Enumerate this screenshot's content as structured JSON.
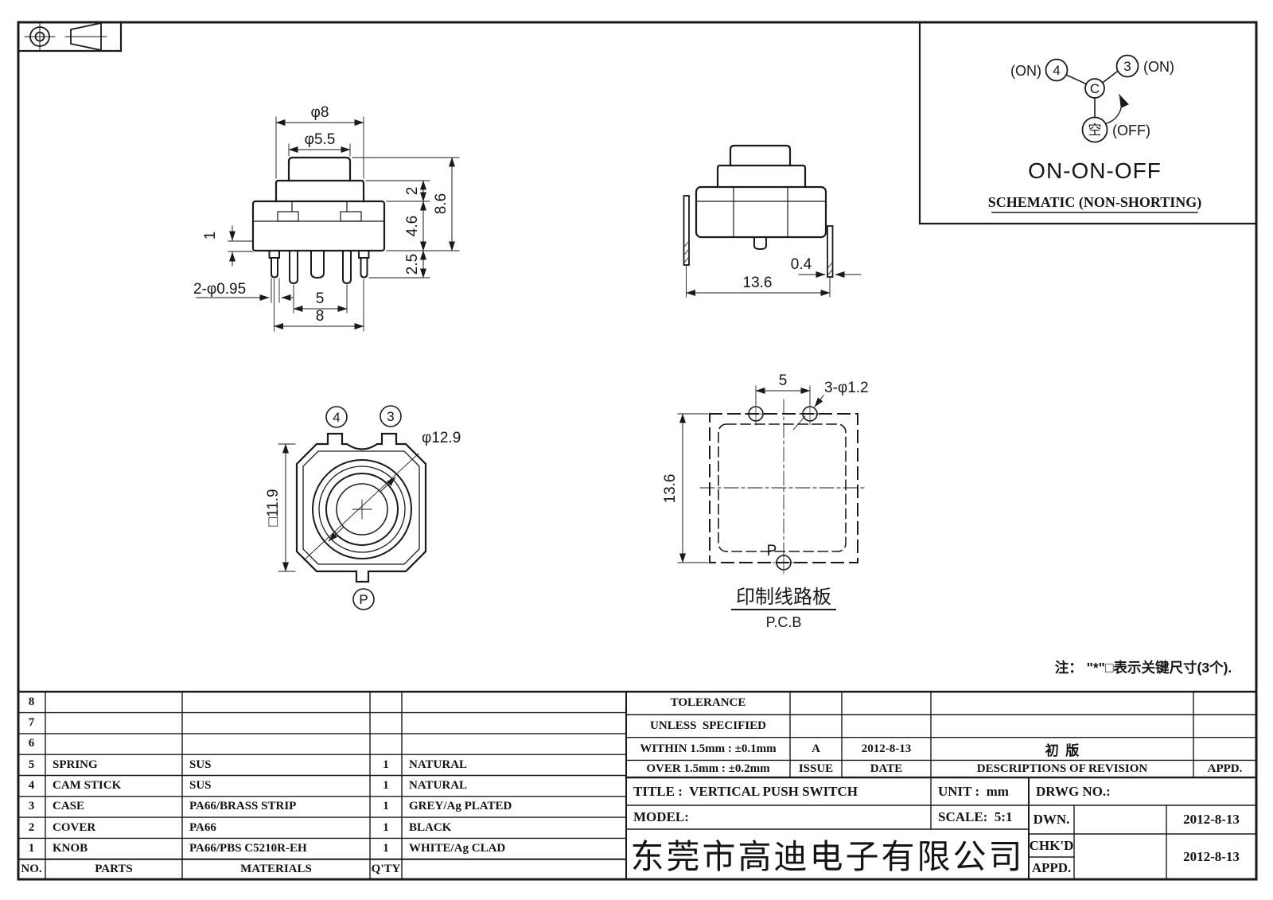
{
  "sheet": {
    "company": "东莞市高迪电子有限公司",
    "note": "注： \"*\"□表示关键尺寸(3个)."
  },
  "schematic": {
    "on_left": "(ON)",
    "pin4": "4",
    "pin3": "3",
    "on_right": "(ON)",
    "common": "C",
    "empty": "空",
    "off": "(OFF)",
    "mode": "ON-ON-OFF",
    "caption": "SCHEMATIC (NON-SHORTING)"
  },
  "views": {
    "front": {
      "dia_knob": "φ8",
      "dia_plunger": "φ5.5",
      "cover_h": "2",
      "body_h": "4.6",
      "pin_h": "2.5",
      "total_h": "8.6",
      "flange_h": "1",
      "pin_dia": "2-φ0.95",
      "pin_pitch": "5",
      "pin_span": "8"
    },
    "side": {
      "leg_t": "0.4",
      "leg_span": "13.6"
    },
    "top": {
      "square": "□11.9",
      "dia": "φ12.9",
      "pin4": "4",
      "pin3": "3",
      "pinP": "P"
    },
    "pcb": {
      "hole_pitch": "5",
      "holes": "3-φ1.2",
      "hole_span": "13.6",
      "pinP": "P",
      "label_cn": "印制线路板",
      "label_en": "P.C.B"
    }
  },
  "parts_table": {
    "headers": {
      "no": "NO.",
      "parts": "PARTS",
      "materials": "MATERIALS",
      "qty": "Q'TY"
    },
    "rows": [
      {
        "no": "8",
        "parts": "",
        "materials": "",
        "qty": "",
        "finish": ""
      },
      {
        "no": "7",
        "parts": "",
        "materials": "",
        "qty": "",
        "finish": ""
      },
      {
        "no": "6",
        "parts": "",
        "materials": "",
        "qty": "",
        "finish": ""
      },
      {
        "no": "5",
        "parts": "SPRING",
        "materials": "SUS",
        "qty": "1",
        "finish": "NATURAL"
      },
      {
        "no": "4",
        "parts": "CAM STICK",
        "materials": "SUS",
        "qty": "1",
        "finish": "NATURAL"
      },
      {
        "no": "3",
        "parts": "CASE",
        "materials": "PA66/BRASS STRIP",
        "qty": "1",
        "finish": "GREY/Ag PLATED"
      },
      {
        "no": "2",
        "parts": "COVER",
        "materials": "PA66",
        "qty": "1",
        "finish": "BLACK"
      },
      {
        "no": "1",
        "parts": "KNOB",
        "materials": "PA66/PBS C5210R-EH",
        "qty": "1",
        "finish": "WHITE/Ag CLAD"
      }
    ]
  },
  "title_block": {
    "tolerance1": "TOLERANCE",
    "tolerance2": "UNLESS  SPECIFIED",
    "within": "WITHIN 1.5mm : ±0.1mm",
    "over": "OVER 1.5mm : ±0.2mm",
    "issue_value": "A",
    "issue_label": "ISSUE",
    "date_value": "2012-8-13",
    "date_label": "DATE",
    "revision_value": "初  版",
    "revision_label": "DESCRIPTIONS OF REVISION",
    "appd_label": "APPD.",
    "title": "TITLE :  VERTICAL PUSH SWITCH",
    "unit": "UNIT :  mm",
    "drwg": "DRWG NO.:",
    "model": "MODEL:",
    "scale": "SCALE:  5:1",
    "dwn": "DWN.",
    "dwn_date": "2012-8-13",
    "chkd": "CHK'D",
    "chkd_date": "2012-8-13",
    "appd2": "APPD."
  }
}
